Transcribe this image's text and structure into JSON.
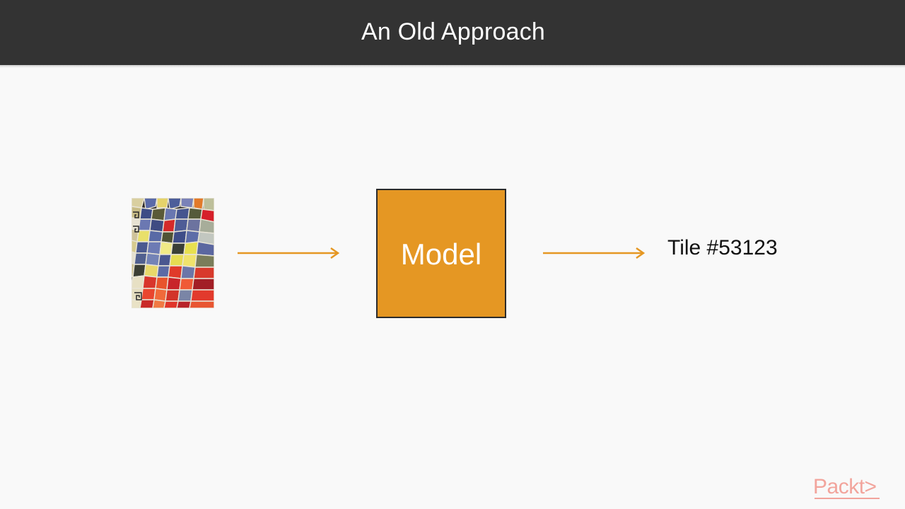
{
  "slide": {
    "title": "An Old Approach",
    "model_label": "Model",
    "output_label": "Tile #53123",
    "input_image_icon": "mosaic-tile-photo-icon",
    "logo_text": "Packt>"
  },
  "colors": {
    "header_bg": "#333333",
    "background": "#f9f9f9",
    "accent_orange": "#e59723",
    "arrow": "#e59723",
    "logo": "#f2a49c"
  }
}
